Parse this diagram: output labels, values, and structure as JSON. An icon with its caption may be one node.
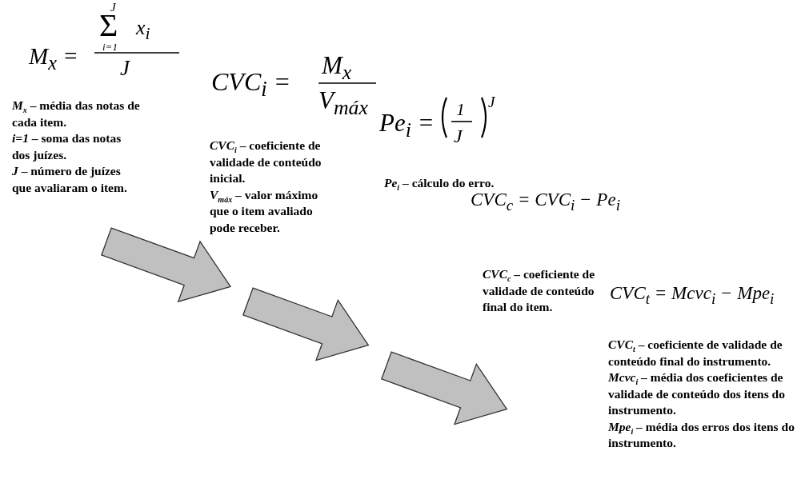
{
  "diagram": {
    "labels": [
      "M$_{x}$ =",
      "J",
      "Σ",
      "i=1",
      "x$_{i}$",
      "J",
      "CVC$_{i}$ =",
      "M$_{x}$",
      "V$_{máx}$",
      "Pe$_{i}$ =",
      "1",
      "J",
      "J",
      "**M**$_{x}$ – média das notas de cada item.",
      "**i=1** – soma das notas dos juízes.",
      "**J** – número de juízes que avaliaram o item.",
      "**CVC**$_{i}$ – coeficiente de validade de conteúdo inicial.",
      "**V**$_{máx}$ – valor máximo que o item avaliado pode receber.",
      "**Pe**$_{i}$ – cálculo do erro.",
      "CVC$_{c}$ = CVC$_{i}$ − Pe$_{i}$",
      "**CVC**$_{c}$ – coeficiente de validade de conteúdo final do item.",
      "CVC$_{t}$ = Mcvc$_{i}$ − Mpe$_{i}$",
      "**CVC**$_{t}$ – coeficiente de validade de conteúdo final do instrumento.",
      "**Mcvc**$_{i}$ – média dos coeficientes de validade de conteúdo dos itens do instrumento.",
      "**Mpe**$_{i}$ – média dos erros dos itens do instrumento."
    ]
  }
}
